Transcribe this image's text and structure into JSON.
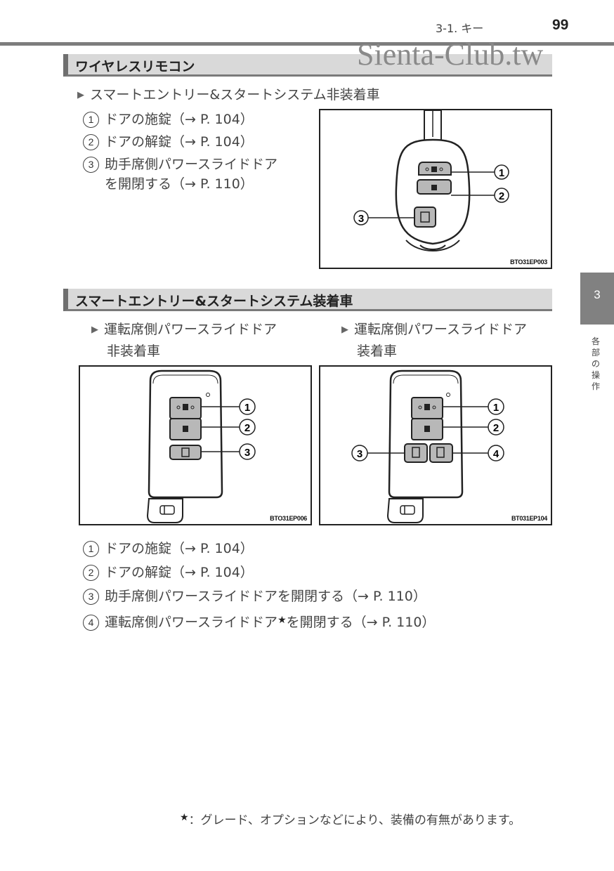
{
  "header": {
    "chapter": "3-1. キー",
    "page_number": "99",
    "watermark": "Sienta-Club.tw"
  },
  "sections": [
    {
      "title": "ワイヤレスリモコン",
      "bullet": "スマートエントリー&スタートシステム非装着車",
      "items": [
        {
          "num": "1",
          "text": "ドアの施錠（→ P. 104）"
        },
        {
          "num": "2",
          "text": "ドアの解錠（→ P. 104）"
        },
        {
          "num": "3",
          "text_line1": "助手席側パワースライドドア",
          "text_line2": "を開閉する（→ P. 110）"
        }
      ],
      "figure": {
        "code": "BTO31EP003",
        "callouts": [
          "1",
          "2",
          "3"
        ],
        "buttons": [
          "lock-button",
          "unlock-button",
          "passenger-slide-door-button"
        ]
      }
    },
    {
      "title": "スマートエントリー&スタートシステム装着車",
      "columns": [
        {
          "bullet_line1": "運転席側パワースライドドア",
          "bullet_line2": "非装着車",
          "figure": {
            "code": "BTO31EP006",
            "callouts": [
              "1",
              "2",
              "3"
            ]
          }
        },
        {
          "bullet_line1": "運転席側パワースライドドア",
          "bullet_line2": "装着車",
          "figure": {
            "code": "BT031EP104",
            "callouts": [
              "1",
              "2",
              "3",
              "4"
            ]
          }
        }
      ],
      "items": [
        {
          "num": "1",
          "text": "ドアの施錠（→ P. 104）"
        },
        {
          "num": "2",
          "text": "ドアの解錠（→ P. 104）"
        },
        {
          "num": "3",
          "text": "助手席側パワースライドドアを開閉する（→ P. 110）"
        },
        {
          "num": "4",
          "text_before": "運転席側パワースライドドア",
          "star": "★",
          "text_after": "を開閉する（→ P. 110）"
        }
      ]
    }
  ],
  "side_tab": {
    "number": "3",
    "label": "各部の操作"
  },
  "footnote": {
    "star": "★",
    "text": "：グレード、オプションなどにより、装備の有無があります。"
  },
  "colors": {
    "section_bar_bg": "#d9d9d9",
    "section_bar_accent": "#6f6f6f",
    "side_tab_bg": "#818181",
    "button_fill": "#b8b8b8"
  }
}
